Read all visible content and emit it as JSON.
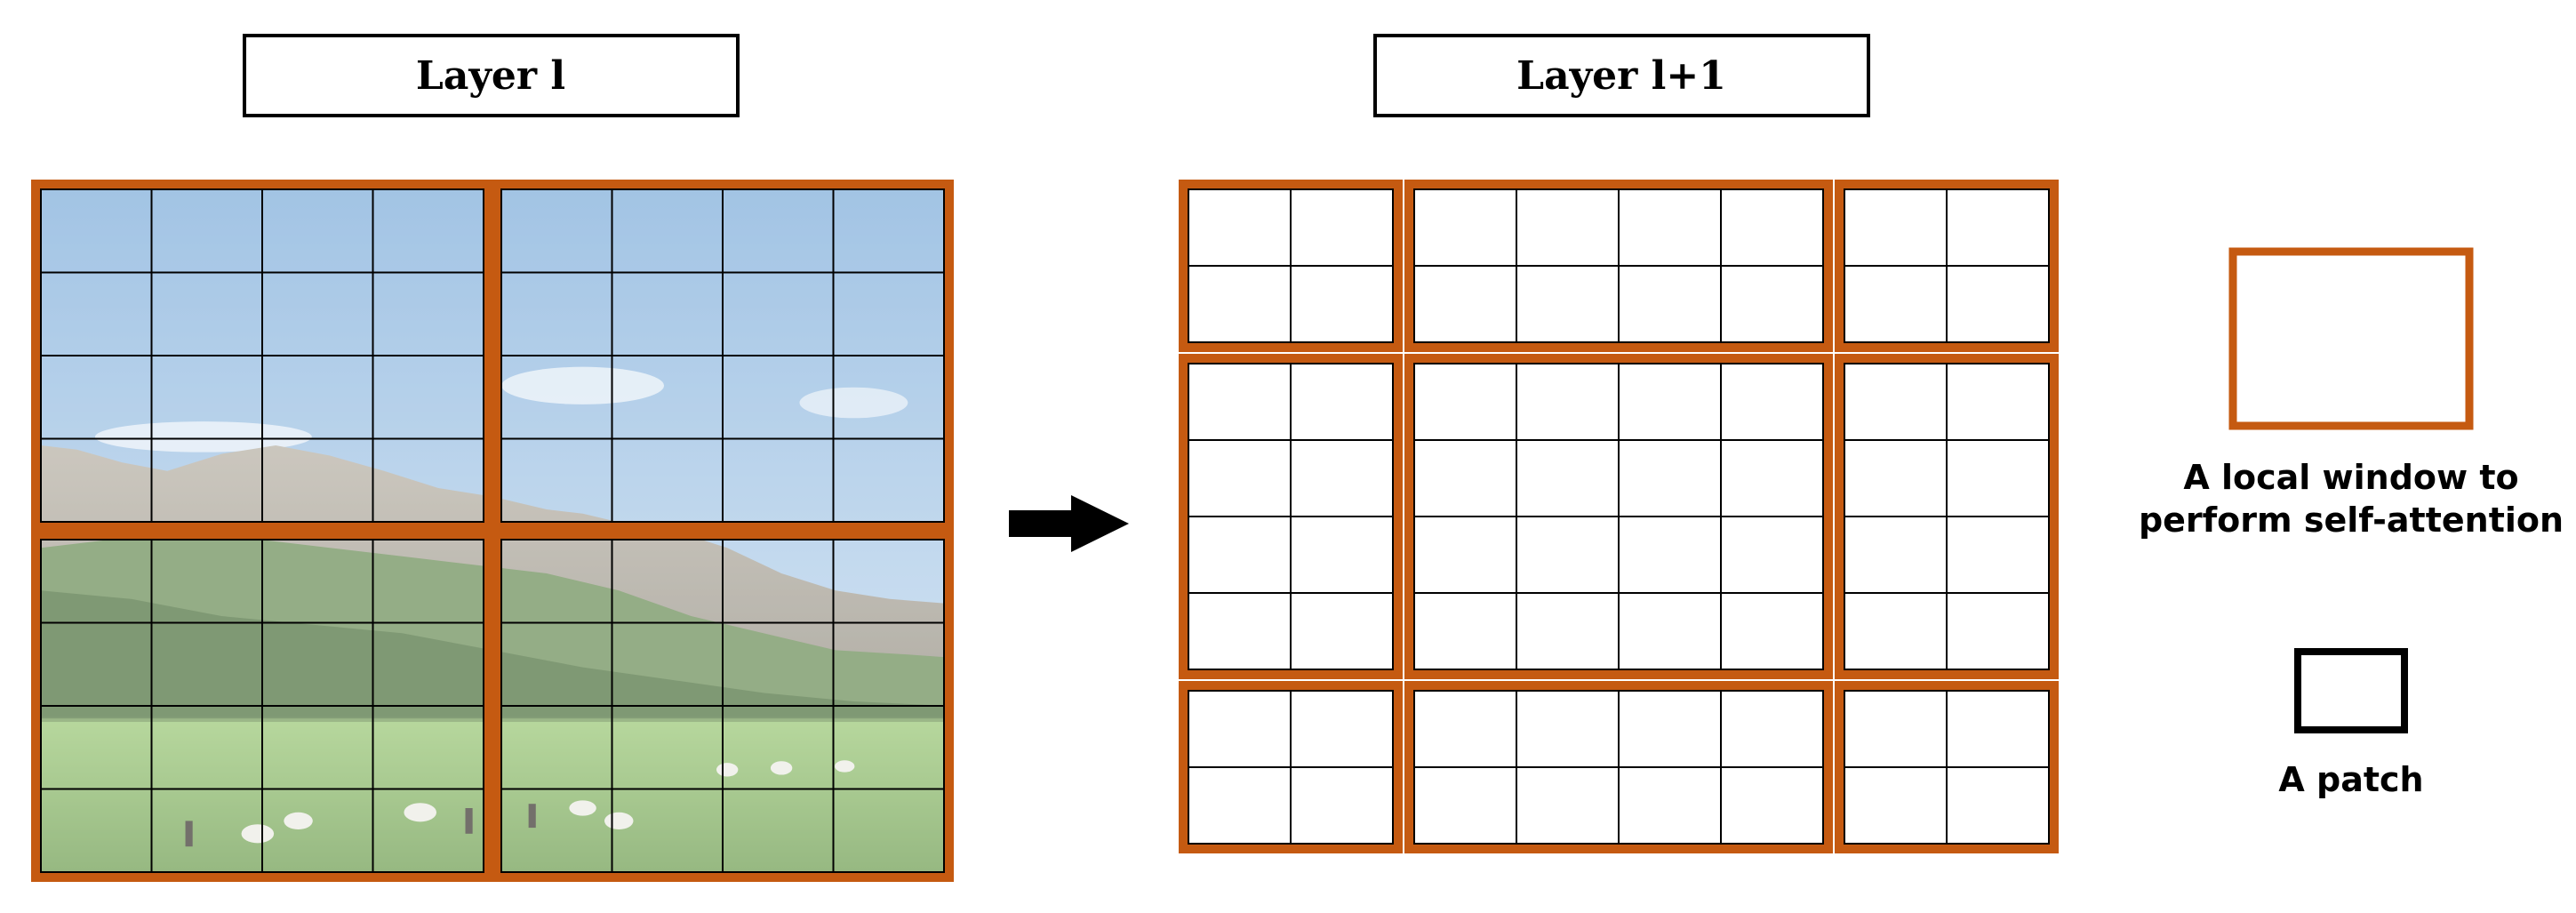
{
  "title_left": "Layer l",
  "title_right": "Layer l+1",
  "legend": {
    "window_line1": "A local window to",
    "window_line2": "perform self-attention",
    "patch": "A patch"
  },
  "colors": {
    "window_border": "#C55A11",
    "patch_line": "#000000",
    "sky_top": "#7FAEDB",
    "sky_bottom": "#D3E4F3",
    "mountain": "#8F8D86",
    "forest": "#5E7E4E",
    "grass": "#8FBF6A",
    "sheep": "#EDEDE6",
    "arrow": "#000000"
  },
  "patch_grid": {
    "rows": 8,
    "cols": 8
  },
  "layer_l": {
    "window_rows": 2,
    "window_cols": 2,
    "patches_per_window": [
      4,
      4
    ]
  },
  "layer_l1": {
    "window_row_patches": [
      2,
      4,
      2
    ],
    "window_col_patches": [
      2,
      4,
      2
    ]
  },
  "icons": {
    "arrow": "right-arrow-icon",
    "window": "window-legend-icon",
    "patch": "patch-legend-icon"
  }
}
